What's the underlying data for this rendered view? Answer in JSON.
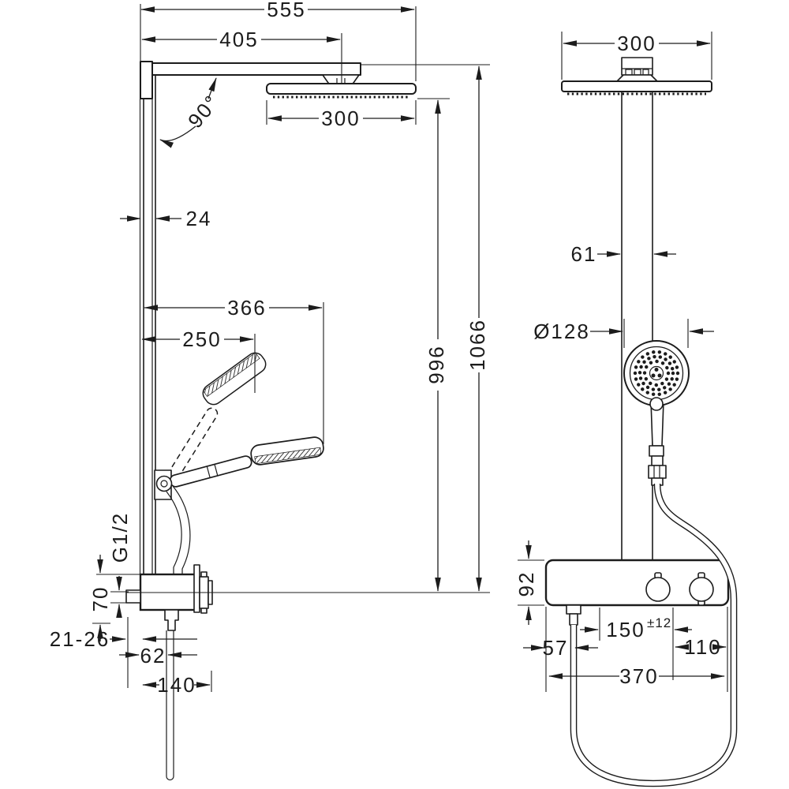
{
  "drawing_type": "shower-system-technical-drawing",
  "side_view": {
    "total_width": "555",
    "arm_center_distance": "405",
    "overhead_width": "300",
    "arm_angle": "90°",
    "bar_width": "24",
    "handshower_reach_low": "366",
    "handshower_reach_high": "250",
    "height_to_overhead": "996",
    "height_total": "1066",
    "connection_thread": "G1/2",
    "valve_height": "70",
    "wall_clearance": "21-26",
    "hose_offset": "62",
    "total_depth": "140"
  },
  "front_view": {
    "overhead_width": "300",
    "column_width": "61",
    "handshower_diameter": "Ø128",
    "valve_height": "92",
    "outlet_offset": "57",
    "supply_spacing": "150",
    "supply_tolerance": "±12",
    "knob_offset": "110",
    "valve_width": "370"
  },
  "style": {
    "line_color": "#1c1c1c",
    "background": "#ffffff"
  }
}
